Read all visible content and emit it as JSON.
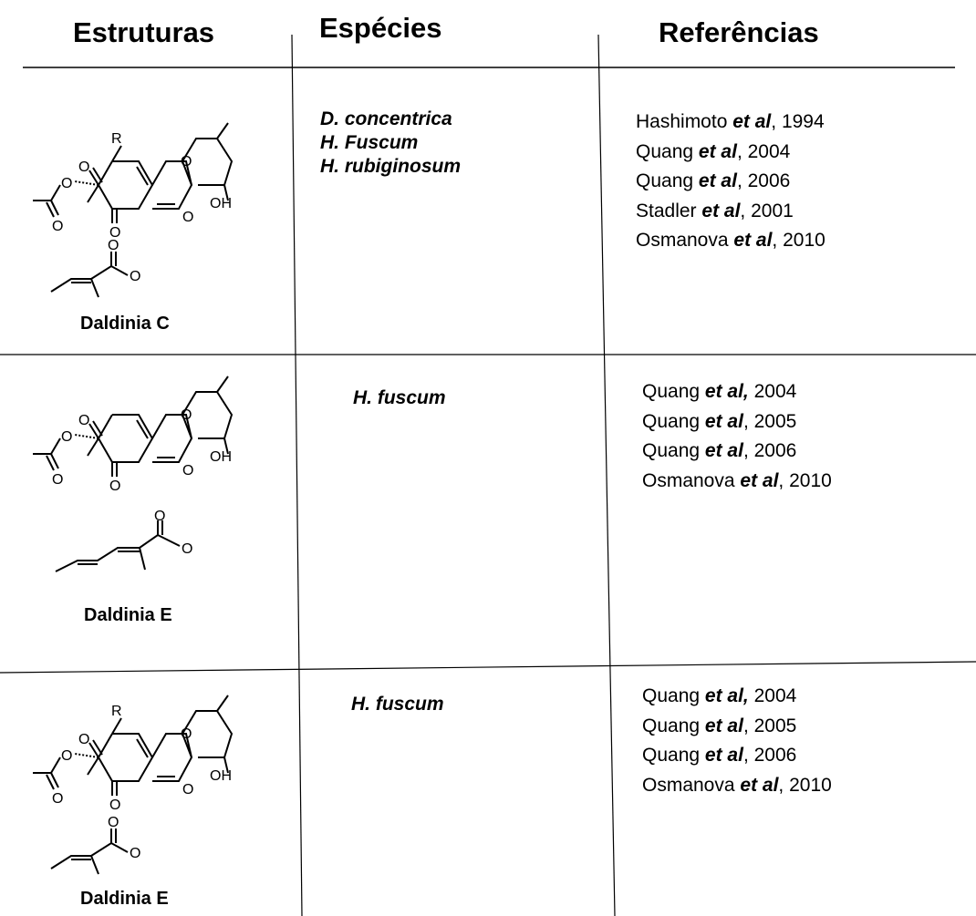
{
  "headers": {
    "structures": "Estruturas",
    "species": "Espécies",
    "references": "Referências"
  },
  "rows": [
    {
      "compound_name": "Daldinia C",
      "has_r_group": true,
      "side_chain": "tiglate",
      "species": [
        "D. concentrica",
        "H. Fuscum",
        "H. rubiginosum"
      ],
      "references": [
        {
          "author": "Hashimoto",
          "etal": "et al",
          "sep": ",",
          "year": "1994"
        },
        {
          "author": "Quang",
          "etal": "et al",
          "sep": ",",
          "year": "2004"
        },
        {
          "author": "Quang",
          "etal": "et al",
          "sep": ",",
          "year": "2006"
        },
        {
          "author": "Stadler",
          "etal": "et al",
          "sep": ",",
          "year": "2001"
        },
        {
          "author": "Osmanova",
          "etal": "et al",
          "sep": ",",
          "year": "2010"
        }
      ]
    },
    {
      "compound_name": "Daldinia E",
      "has_r_group": false,
      "side_chain": "sorbate",
      "species": [
        "H. fuscum"
      ],
      "references": [
        {
          "author": "Quang",
          "etal": "et al,",
          "sep": "",
          "year": "2004"
        },
        {
          "author": "Quang",
          "etal": "et al",
          "sep": ",",
          "year": "2005"
        },
        {
          "author": "Quang",
          "etal": "et al",
          "sep": ",",
          "year": "2006"
        },
        {
          "author": "Osmanova",
          "etal": "et al",
          "sep": ",",
          "year": "2010"
        }
      ]
    },
    {
      "compound_name": "Daldinia E",
      "has_r_group": true,
      "side_chain": "tiglate",
      "species": [
        "H. fuscum"
      ],
      "references": [
        {
          "author": "Quang",
          "etal": "et al,",
          "sep": "",
          "year": "2004"
        },
        {
          "author": "Quang",
          "etal": "et al",
          "sep": ",",
          "year": "2005"
        },
        {
          "author": "Quang",
          "etal": "et al",
          "sep": ",",
          "year": "2006"
        },
        {
          "author": "Osmanova",
          "etal": "et al",
          "sep": ",",
          "year": "2010"
        }
      ]
    }
  ],
  "atom_labels": {
    "oxygen": "O",
    "hydroxyl": "OH",
    "r_group": "R"
  }
}
